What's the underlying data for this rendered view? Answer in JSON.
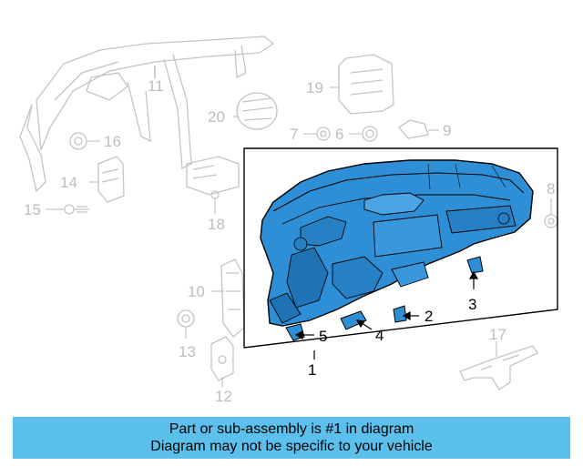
{
  "callouts": {
    "c1": "1",
    "c2": "2",
    "c3": "3",
    "c4": "4",
    "c5": "5",
    "c6": "6",
    "c7": "7",
    "c8": "8",
    "c9": "9",
    "c10": "10",
    "c11": "11",
    "c12": "12",
    "c13": "13",
    "c14": "14",
    "c15": "15",
    "c16": "16",
    "c17": "17",
    "c18": "18",
    "c19": "19",
    "c20": "20"
  },
  "banner": {
    "line1": "Part or sub-assembly is #1 in diagram",
    "line2": "Diagram may not be specific to your vehicle"
  },
  "colors": {
    "highlight": "#2e8fd6",
    "ghost": "#c8c8c8",
    "ink": "#000000",
    "banner": "#5bc0eb"
  }
}
